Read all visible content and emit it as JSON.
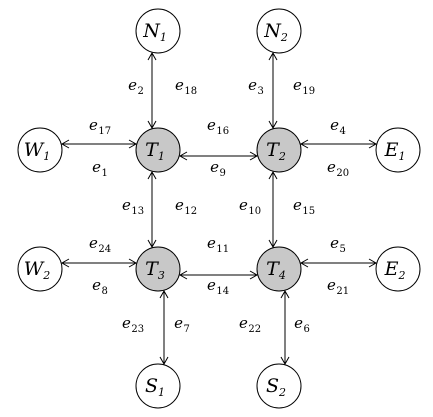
{
  "nodes": [
    {
      "id": "N1",
      "letter": "N",
      "sub": "1",
      "kind": "terminal"
    },
    {
      "id": "N2",
      "letter": "N",
      "sub": "2",
      "kind": "terminal"
    },
    {
      "id": "W1",
      "letter": "W",
      "sub": "1",
      "kind": "terminal"
    },
    {
      "id": "T1",
      "letter": "T",
      "sub": "1",
      "kind": "intersection"
    },
    {
      "id": "T2",
      "letter": "T",
      "sub": "2",
      "kind": "intersection"
    },
    {
      "id": "E1",
      "letter": "E",
      "sub": "1",
      "kind": "terminal"
    },
    {
      "id": "W2",
      "letter": "W",
      "sub": "2",
      "kind": "terminal"
    },
    {
      "id": "T3",
      "letter": "T",
      "sub": "3",
      "kind": "intersection"
    },
    {
      "id": "T4",
      "letter": "T",
      "sub": "4",
      "kind": "intersection"
    },
    {
      "id": "E2",
      "letter": "E",
      "sub": "2",
      "kind": "terminal"
    },
    {
      "id": "S1",
      "letter": "S",
      "sub": "1",
      "kind": "terminal"
    },
    {
      "id": "S2",
      "letter": "S",
      "sub": "2",
      "kind": "terminal"
    }
  ],
  "edges": [
    {
      "letter": "e",
      "sub": "1",
      "from": "T1",
      "to": "W1"
    },
    {
      "letter": "e",
      "sub": "17",
      "from": "W1",
      "to": "T1"
    },
    {
      "letter": "e",
      "sub": "2",
      "from": "N1",
      "to": "T1"
    },
    {
      "letter": "e",
      "sub": "18",
      "from": "T1",
      "to": "N1"
    },
    {
      "letter": "e",
      "sub": "3",
      "from": "N2",
      "to": "T2"
    },
    {
      "letter": "e",
      "sub": "19",
      "from": "T2",
      "to": "N2"
    },
    {
      "letter": "e",
      "sub": "4",
      "from": "E1",
      "to": "T2"
    },
    {
      "letter": "e",
      "sub": "20",
      "from": "T2",
      "to": "E1"
    },
    {
      "letter": "e",
      "sub": "16",
      "from": "T1",
      "to": "T2"
    },
    {
      "letter": "e",
      "sub": "9",
      "from": "T2",
      "to": "T1"
    },
    {
      "letter": "e",
      "sub": "13",
      "from": "T1",
      "to": "T3"
    },
    {
      "letter": "e",
      "sub": "12",
      "from": "T3",
      "to": "T1"
    },
    {
      "letter": "e",
      "sub": "10",
      "from": "T2",
      "to": "T4"
    },
    {
      "letter": "e",
      "sub": "15",
      "from": "T4",
      "to": "T2"
    },
    {
      "letter": "e",
      "sub": "24",
      "from": "T3",
      "to": "W2"
    },
    {
      "letter": "e",
      "sub": "8",
      "from": "W2",
      "to": "T3"
    },
    {
      "letter": "e",
      "sub": "11",
      "from": "T3",
      "to": "T4"
    },
    {
      "letter": "e",
      "sub": "14",
      "from": "T4",
      "to": "T3"
    },
    {
      "letter": "e",
      "sub": "5",
      "from": "E2",
      "to": "T4"
    },
    {
      "letter": "e",
      "sub": "21",
      "from": "T4",
      "to": "E2"
    },
    {
      "letter": "e",
      "sub": "23",
      "from": "T3",
      "to": "S1"
    },
    {
      "letter": "e",
      "sub": "7",
      "from": "S1",
      "to": "T3"
    },
    {
      "letter": "e",
      "sub": "22",
      "from": "T4",
      "to": "S2"
    },
    {
      "letter": "e",
      "sub": "6",
      "from": "S2",
      "to": "T4"
    }
  ],
  "colors": {
    "intersection_fill": "#c8c8c8",
    "terminal_fill": "#ffffff",
    "stroke": "#000000"
  }
}
